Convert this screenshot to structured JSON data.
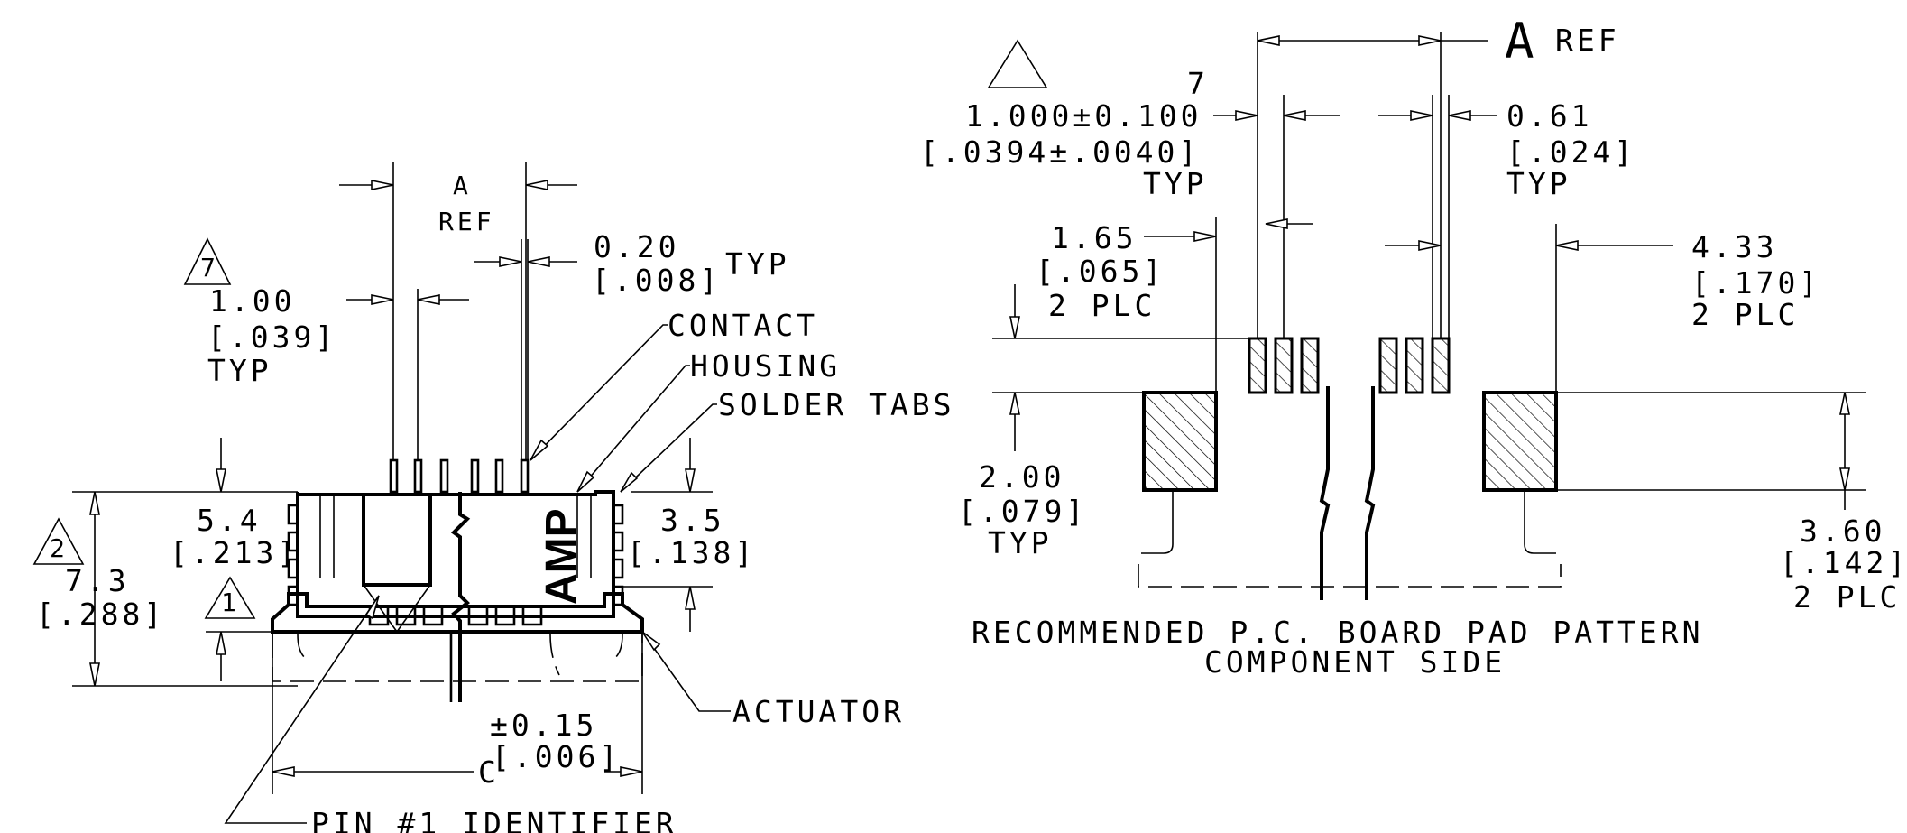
{
  "left_view": {
    "a_ref_top": "A",
    "a_ref_bottom": "REF",
    "pitch_note": "7",
    "pitch_mm": "1.00",
    "pitch_in": "[.039]",
    "pitch_typ": "TYP",
    "contact_w_mm": "0.20",
    "contact_w_in": "[.008]",
    "contact_w_typ": "TYP",
    "callout_contact": "CONTACT",
    "callout_housing": "HOUSING",
    "callout_solder_tabs": "SOLDER TABS",
    "callout_actuator": "ACTUATOR",
    "callout_pin1": "PIN #1 IDENTIFIER",
    "height_mm": "5.4",
    "height_in": "[.213]",
    "overall_note": "2",
    "overall_mm": "7.3",
    "overall_in": "[.288]",
    "actuator_note": "1",
    "tab_h_mm": "3.5",
    "tab_h_in": "[.138]",
    "tol_mm": "±0.15",
    "tol_in": "[.006]",
    "c_label": "C",
    "logo": "AMP"
  },
  "right_view": {
    "a_ref": "A",
    "a_ref_word": "REF",
    "pitch_note": "7",
    "pitch_mm": "1.000±0.100",
    "pitch_in": "[.0394±.0040]",
    "pitch_typ": "TYP",
    "pad_w_mm": "0.61",
    "pad_w_in": "[.024]",
    "pad_w_typ": "TYP",
    "tab_w_mm": "1.65",
    "tab_w_in": "[.065]",
    "tab_w_plc": "2 PLC",
    "tab_off_mm": "4.33",
    "tab_off_in": "[.170]",
    "tab_off_plc": "2 PLC",
    "pad_gap_mm": "2.00",
    "pad_gap_in": "[.079]",
    "pad_gap_typ": "TYP",
    "tab_h_mm": "3.60",
    "tab_h_in": "[.142]",
    "tab_h_plc": "2 PLC",
    "caption_1": "RECOMMENDED P.C. BOARD PAD PATTERN",
    "caption_2": "COMPONENT SIDE"
  }
}
